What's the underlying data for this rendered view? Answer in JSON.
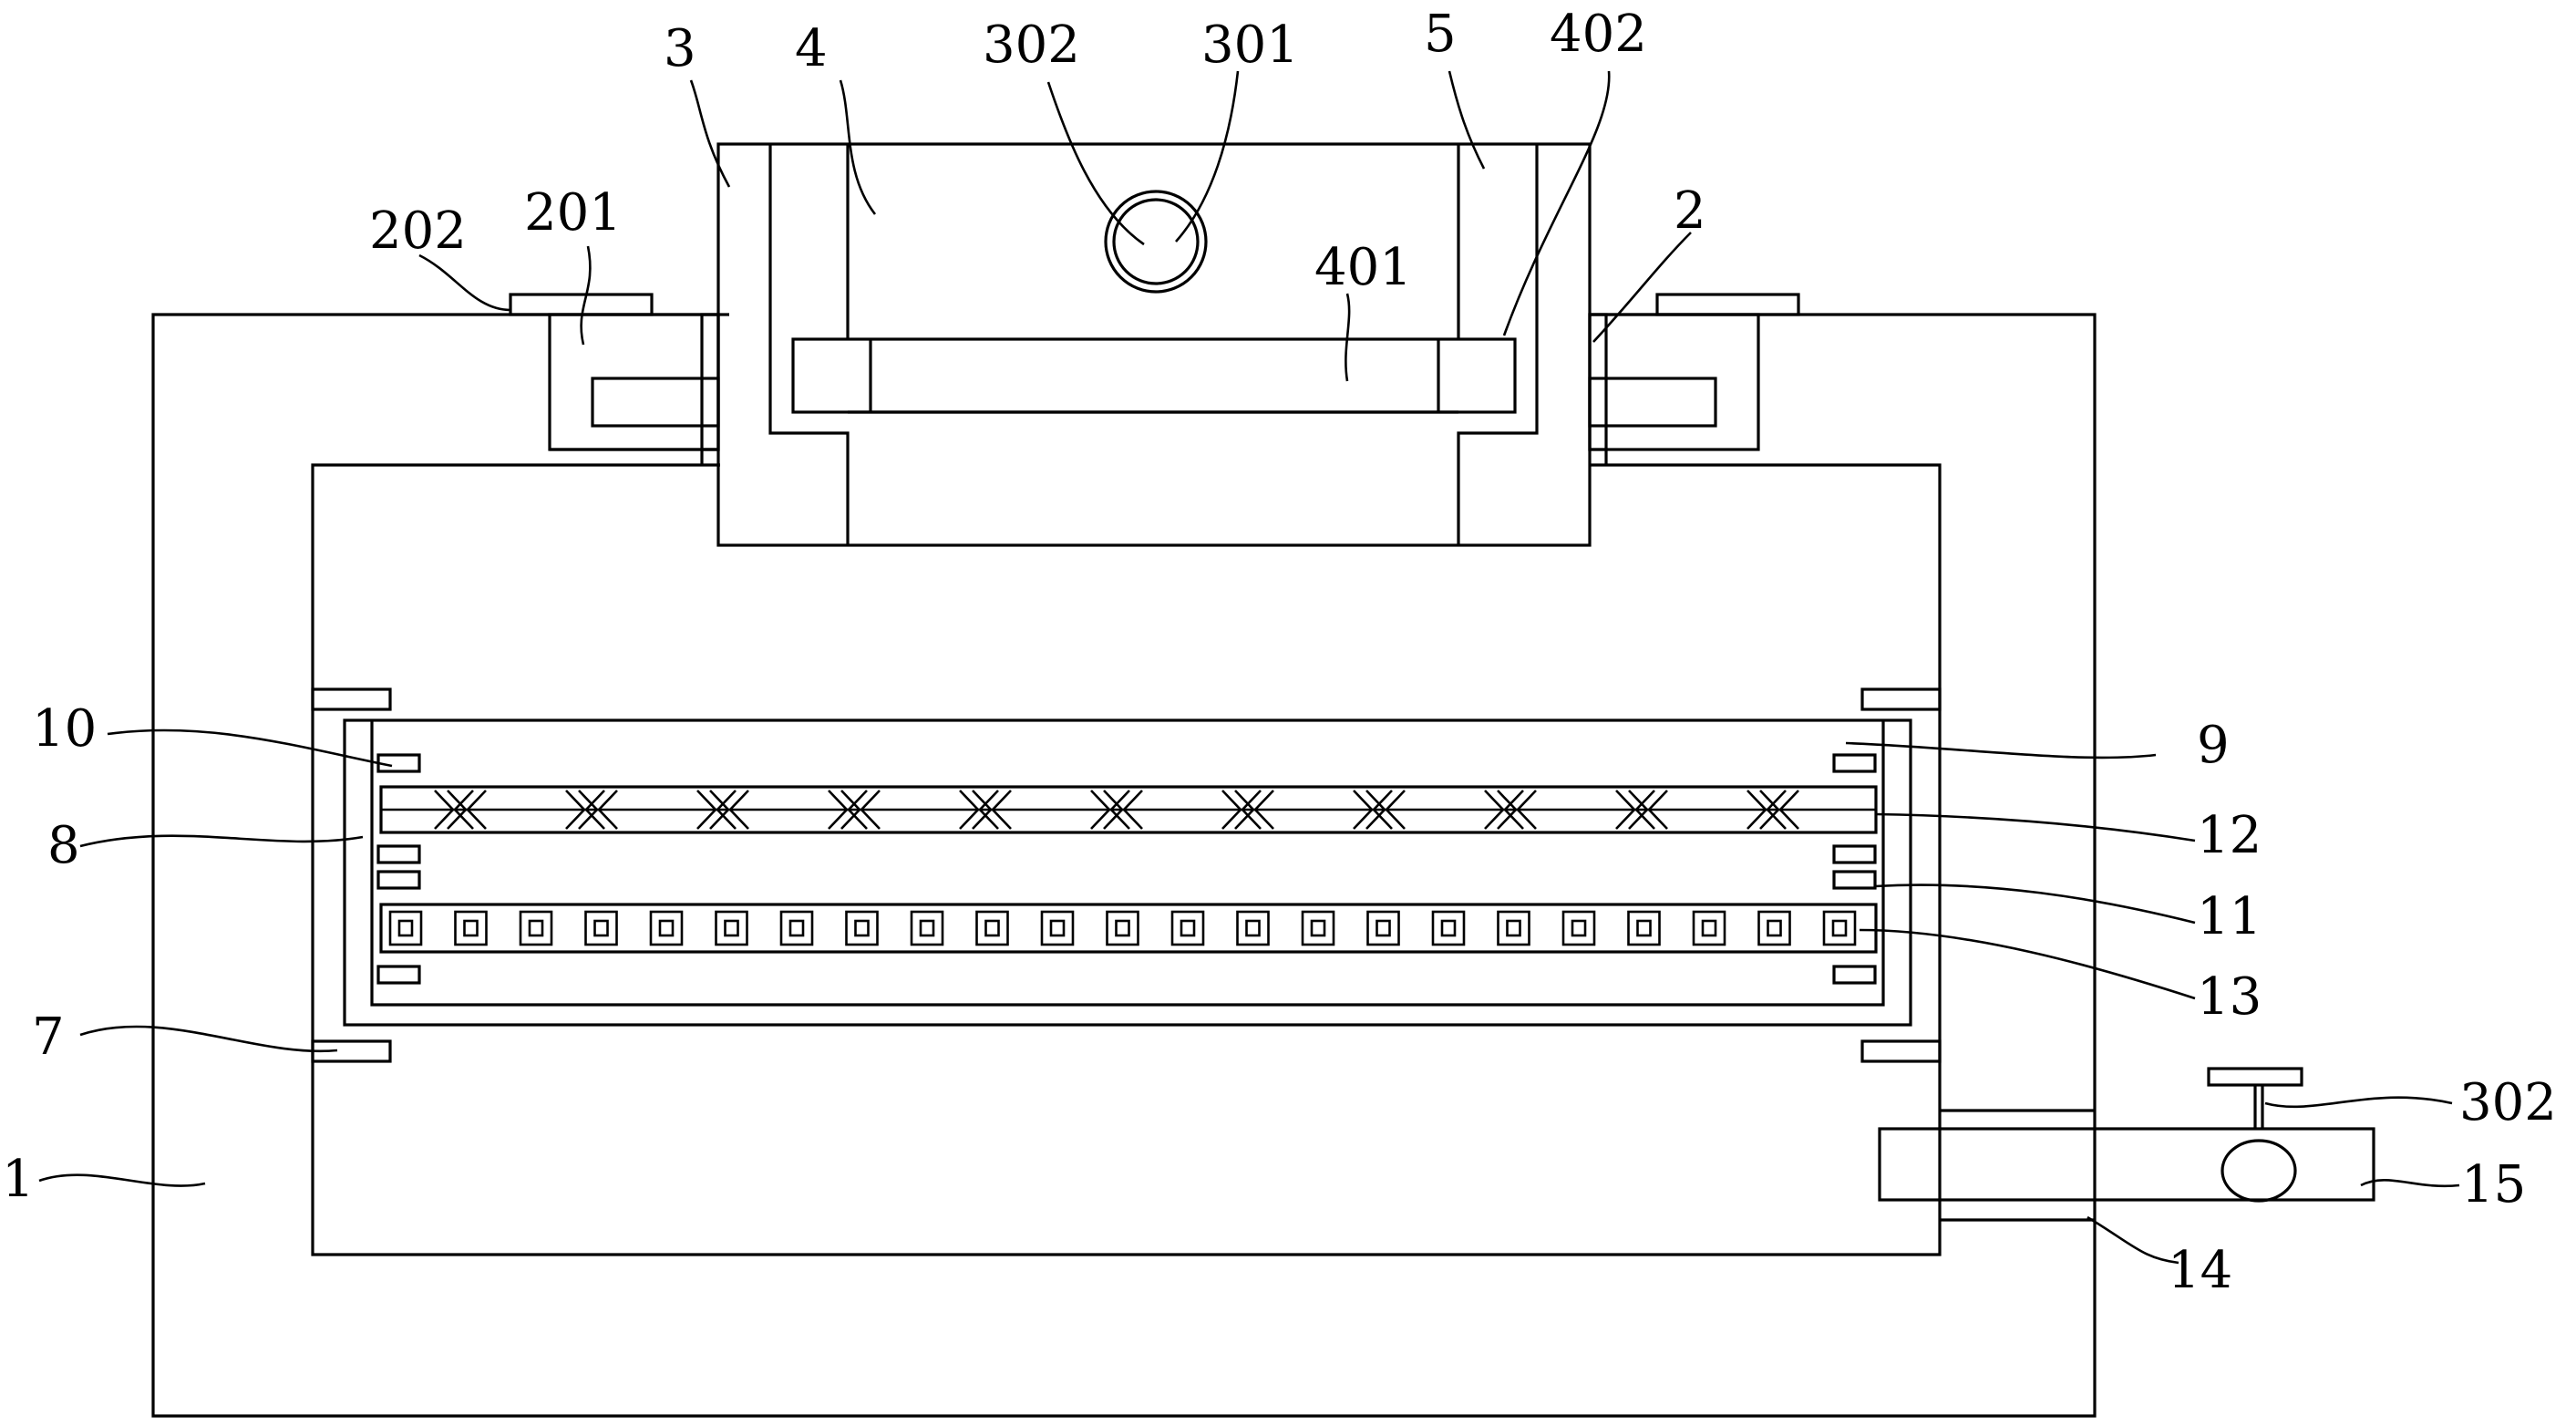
{
  "labels": {
    "body": "1",
    "mount_2": "2",
    "part_201": "201",
    "part_202": "202",
    "box_3": "3",
    "hole_301": "301",
    "ring_302": "302",
    "block_4": "4",
    "bar_401": "401",
    "slider_402": "402",
    "rail_5": "5",
    "bracket_7": "7",
    "frame_8": "8",
    "tray_9": "9",
    "clip_10": "10",
    "clip_11": "11",
    "screen_12": "12",
    "filter_13": "13",
    "pipe_14": "14",
    "valve_15": "15",
    "valve_302": "302"
  }
}
